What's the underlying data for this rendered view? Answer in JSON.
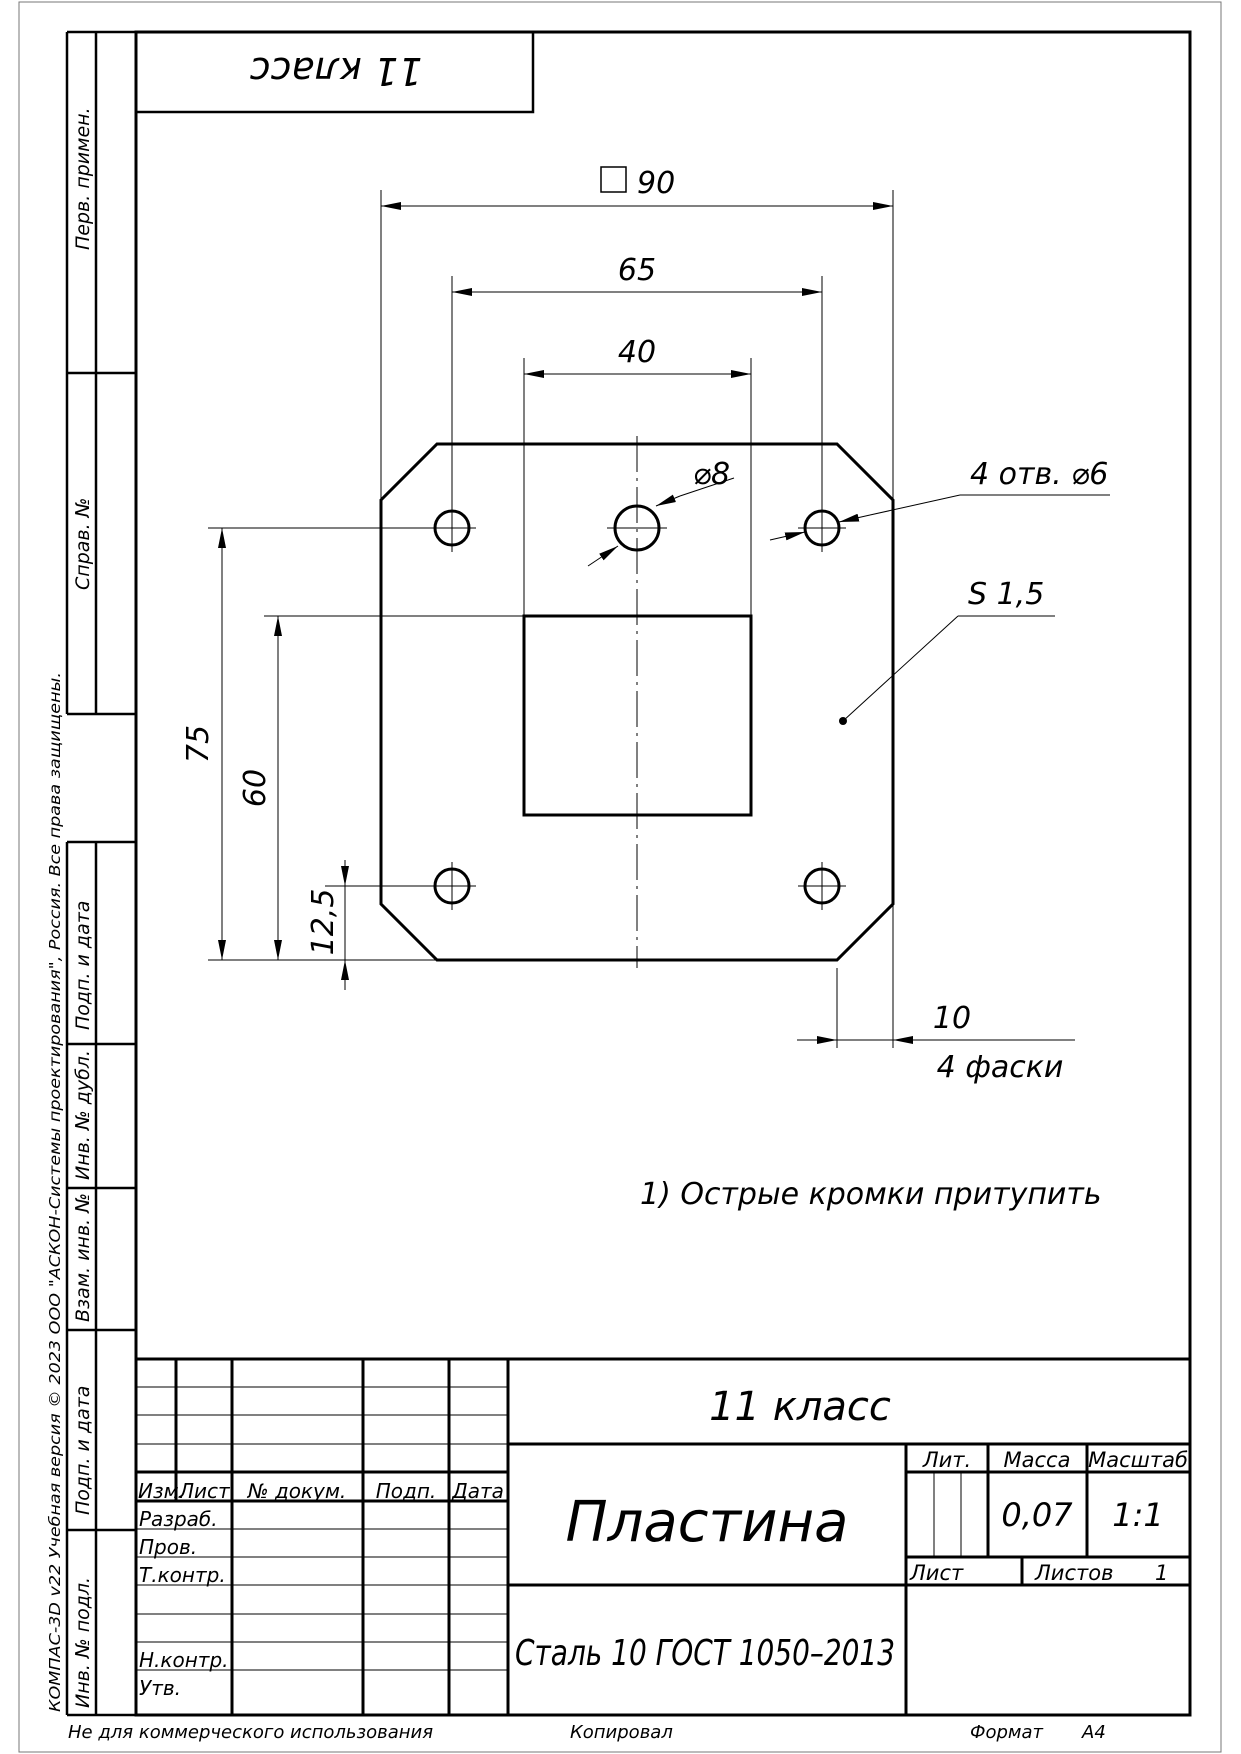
{
  "side_strip": {
    "perv_primen": "Перв. примен.",
    "sprav_no": "Справ. №",
    "podp_i_data_1": "Подп. и дата",
    "inv_no_dubl": "Инв. № дубл.",
    "vzam_inv_no": "Взам. инв. №",
    "podp_i_data_2": "Подп. и дата",
    "inv_no_podl": "Инв. № подл."
  },
  "copyright": "КОМПАС-3D v22 Учебная версия © 2023 ООО \"АСКОН-Системы проектирования\", Россия. Все права защищены.",
  "top_stamp": "11 класс",
  "drawing": {
    "dim_square": "90",
    "dim_65": "65",
    "dim_40": "40",
    "dim_hole8": "⌀8",
    "dim_holes": "4 отв. ⌀6",
    "thickness": "S 1,5",
    "dim_75": "75",
    "dim_60": "60",
    "dim_12_5": "12,5",
    "dim_chamfer_value": "10",
    "dim_chamfer_note": "4 фаски"
  },
  "note": "1) Острые кромки притупить",
  "title_block": {
    "designation": "11 класс",
    "name": "Пластина",
    "material": "Сталь 10  ГОСТ 1050–2013",
    "headers": {
      "izm": "Изм.",
      "list": "Лист",
      "no_dokum": "№ докум.",
      "podp": "Подп.",
      "data": "Дата"
    },
    "roles": {
      "razrab": "Разраб.",
      "prov": "Пров.",
      "tkontr": "Т.контр.",
      "nkontr": "Н.контр.",
      "utv": "Утв."
    },
    "lit_label": "Лит.",
    "massa_label": "Масса",
    "masshtab_label": "Масштаб",
    "massa_value": "0,07",
    "masshtab_value": "1:1",
    "sheet_label": "Лист",
    "sheets_label": "Листов",
    "sheets_value": "1"
  },
  "footer": {
    "noncommercial": "Не для коммерческого использования",
    "copied": "Копировал",
    "format_label": "Формат",
    "format_value": "А4"
  }
}
